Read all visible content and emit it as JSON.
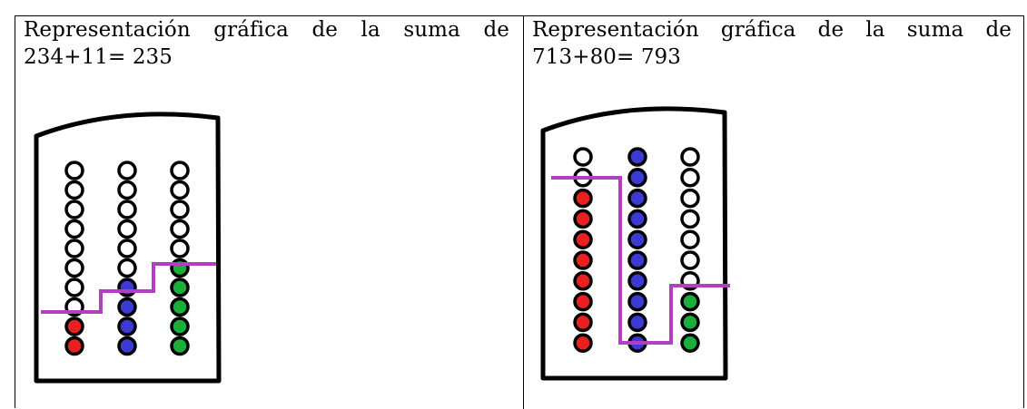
{
  "left_cell": {
    "caption_line1": "Representación gráfica de la suma de",
    "caption_line2": "234+11= 235",
    "abacus": {
      "columns": [
        {
          "color": "#e82020",
          "filled": 2,
          "total": 10
        },
        {
          "color": "#3b3bd4",
          "filled": 4,
          "total": 10
        },
        {
          "color": "#1aae3a",
          "filled": 5,
          "total": 10
        }
      ]
    }
  },
  "right_cell": {
    "caption_line1": "Representación gráfica de la suma de",
    "caption_line2": "713+80= 793",
    "abacus": {
      "columns": [
        {
          "color": "#e82020",
          "filled": 8,
          "total": 10
        },
        {
          "color": "#3b3bd4",
          "filled": 10,
          "total": 10
        },
        {
          "color": "#1aae3a",
          "filled": 3,
          "total": 10
        }
      ]
    }
  },
  "colors": {
    "line": "#b040c0",
    "outline": "#000000",
    "empty_bead": "#ffffff"
  }
}
